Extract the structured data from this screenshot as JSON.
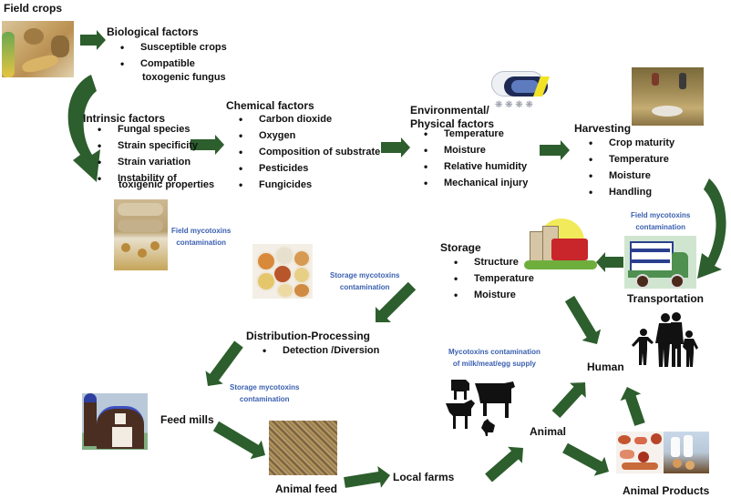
{
  "diagram": {
    "arrow_color": "#2d5e2d",
    "note_color": "#3a5fb0",
    "nodes": {
      "field_crops": {
        "title": "Field crops"
      },
      "biological": {
        "title": "Biological factors",
        "items": [
          "Susceptible crops",
          "Compatible",
          "toxogenic fungus"
        ]
      },
      "intrinsic": {
        "title": "Intrinsic factors",
        "items": [
          "Fungal species",
          "Strain specificity",
          "Strain variation",
          "Instability of",
          "toxigenic properties"
        ]
      },
      "chemical": {
        "title": "Chemical factors",
        "items": [
          "Carbon dioxide",
          "Oxygen",
          "Composition of substrate",
          "Pesticides",
          "Fungicides"
        ]
      },
      "environmental": {
        "title_line1": "Environmental/",
        "title_line2": "Physical factors",
        "items": [
          "Temperature",
          "Moisture",
          "Relative humidity",
          "Mechanical injury"
        ]
      },
      "harvesting": {
        "title": "Harvesting",
        "items": [
          "Crop maturity",
          "Temperature",
          "Moisture",
          "Handling"
        ]
      },
      "storage": {
        "title": "Storage",
        "items": [
          "Structure",
          "Temperature",
          "Moisture"
        ]
      },
      "transportation": {
        "title": "Transportation"
      },
      "distribution": {
        "title": "Distribution-Processing",
        "items": [
          "Detection /Diversion"
        ]
      },
      "human": {
        "title": "Human"
      },
      "feed_mills": {
        "title": "Feed mills"
      },
      "animal_feed": {
        "title": "Animal feed"
      },
      "local_farms": {
        "title": "Local farms"
      },
      "animal": {
        "title": "Animal"
      },
      "animal_products": {
        "title": "Animal Products"
      }
    },
    "notes": {
      "field_contamination_left": [
        "Field mycotoxins",
        "contamination"
      ],
      "storage_contamination_mid": [
        "Storage mycotoxins",
        "contamination"
      ],
      "field_contamination_right": [
        "Field mycotoxins",
        "contamination"
      ],
      "storage_contamination_low": [
        "Storage mycotoxins",
        "contamination"
      ],
      "supply_contamination": [
        "Mycotoxins contamination",
        "of milk/meat/egg supply"
      ]
    },
    "images": [
      "field-crops-photo",
      "storm-cloud-icon",
      "harvest-field-photo",
      "moldy-corn-photo",
      "grain-sacks-photo",
      "storage-farm-icon",
      "truck-icon",
      "family-silhouette",
      "barn-icon",
      "animal-feed-photo",
      "livestock-silhouettes",
      "animal-products-photo"
    ]
  }
}
